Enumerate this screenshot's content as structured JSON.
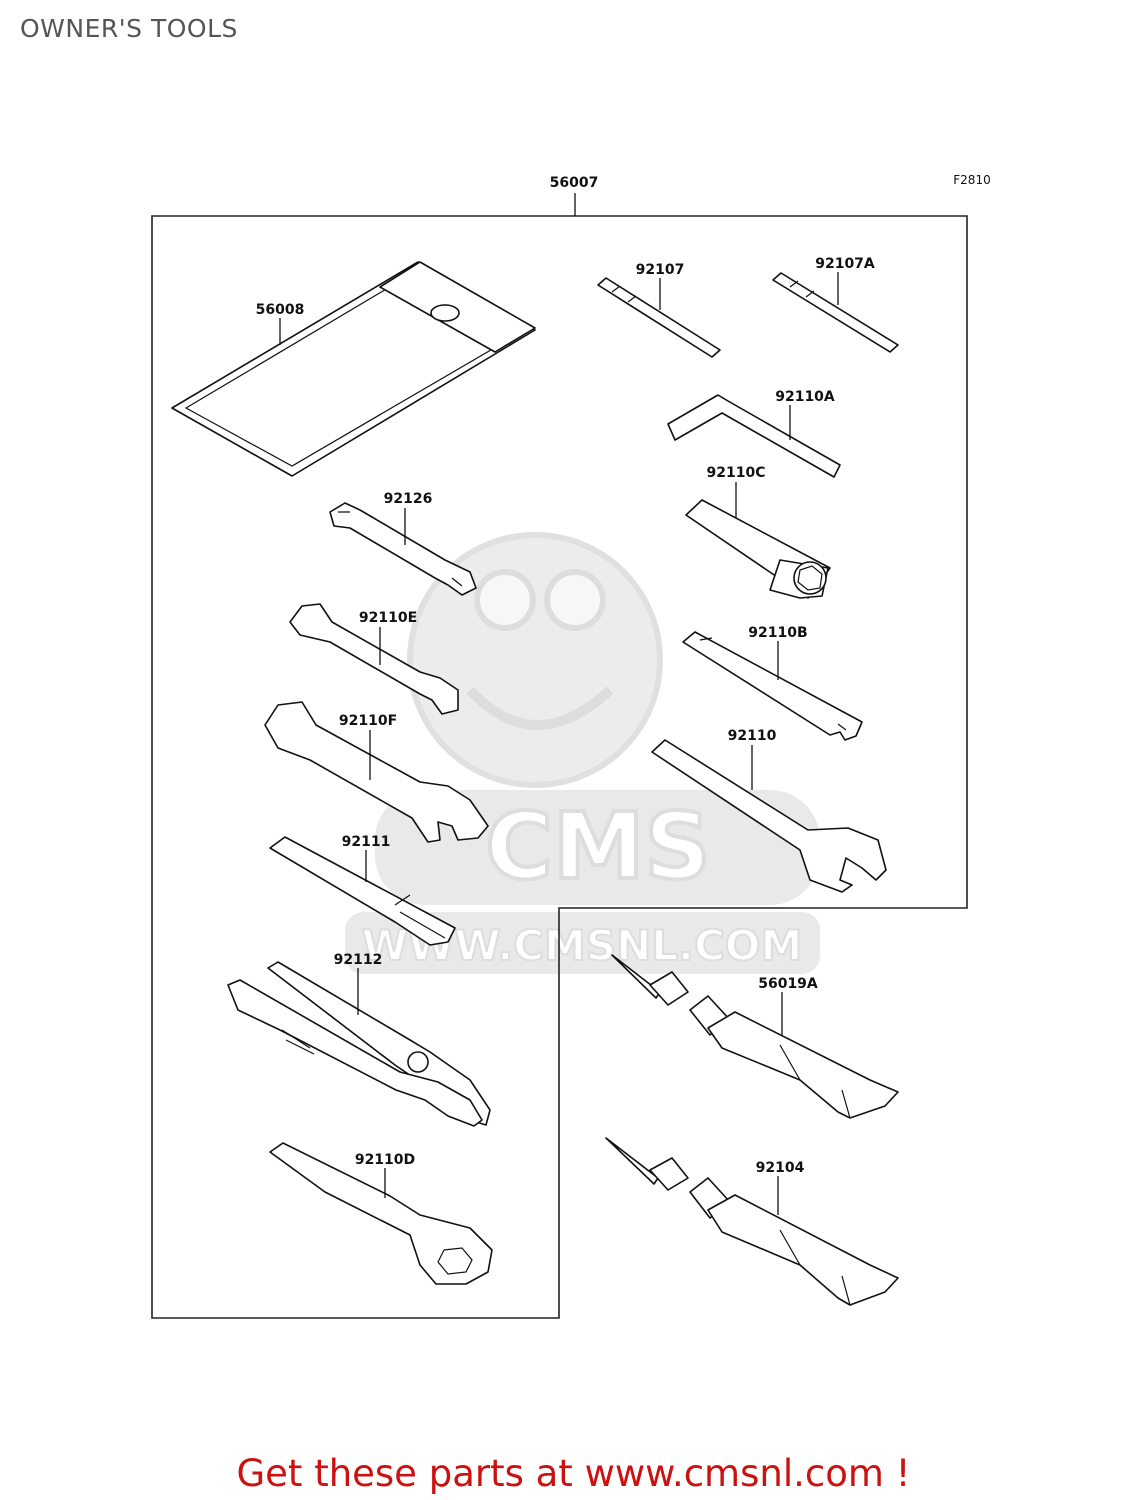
{
  "title": "OWNER'S TOOLS",
  "figure_code": "F2810",
  "watermark": {
    "brand": "CMS",
    "url": "WWW.CMSNL.COM"
  },
  "callouts": {
    "kit": "56007",
    "pouch": "56008",
    "driver_bit": "92107",
    "driver_bit_a": "92107A",
    "hex_key": "92110A",
    "plug_socket": "92110C",
    "wrench_small": "92126",
    "flat_spanner": "92110B",
    "wrench_medium": "92110E",
    "wrench_large": "92110F",
    "spanner_large": "92110",
    "handle_bar": "92111",
    "pliers": "92112",
    "ring_spanner": "92110D",
    "grease_tube_a": "56019A",
    "grease_tube": "92104"
  },
  "footer": "Get these parts at www.cmsnl.com !",
  "colors": {
    "title": "#555555",
    "footer": "#cc1111",
    "watermark": "#e6e6e6",
    "line": "#111111"
  }
}
